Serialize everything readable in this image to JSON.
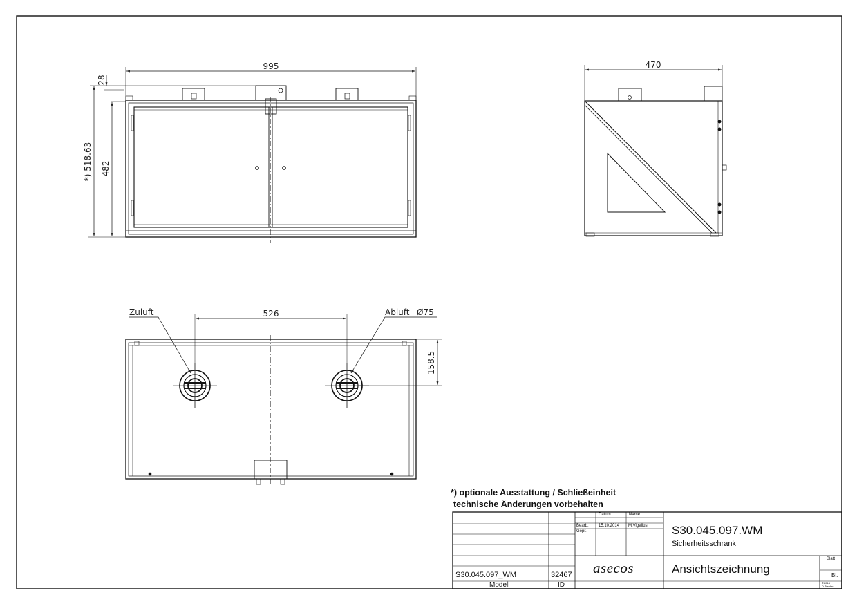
{
  "dimensions": {
    "front_width": "995",
    "top_offset": "28",
    "height_total": "*) 518.63",
    "height_body": "482",
    "side_depth": "470",
    "vent_spacing": "526",
    "vent_offset": "158.5",
    "zuluft": "Zuluft",
    "abluft": "Abluft",
    "abluft_dia": "Ø75"
  },
  "notes": {
    "line1": "*) optionale Ausstattung / Schließeinheit",
    "line2": "technische Änderungen vorbehalten"
  },
  "title_block": {
    "datum_header": "Datum",
    "name_header": "Name",
    "bearb_label": "Bearb.",
    "bearb_date": "15.10.2014",
    "bearb_name": "M.Vigelius",
    "gepr_label": "Gepr.",
    "drawing_number": "S30.045.097.WM",
    "product_name": "Sicherheitsschrank",
    "drawing_type": "Ansichtszeichnung",
    "logo": "asecos",
    "blatt_label": "Blatt",
    "blatt_value": "Bl.",
    "model_value": "S30.045.097_WM",
    "model_label": "Modell",
    "id_value": "32467",
    "id_label": "ID",
    "copyright_1": "©2014",
    "copyright_2": "D.Treider"
  },
  "colors": {
    "line": "#1a1a1a",
    "paper": "#ffffff"
  }
}
